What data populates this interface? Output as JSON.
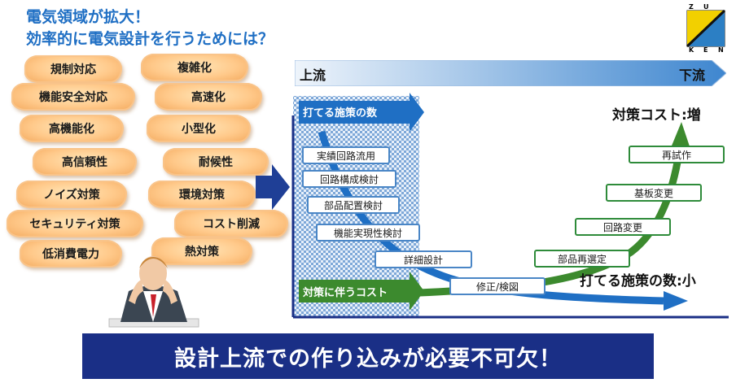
{
  "title": {
    "line1": "電気領域が拡大！",
    "line2": "効率的に電気設計を行うためには？"
  },
  "logo": {
    "letters": [
      "Z",
      "U",
      "K",
      "E",
      "N"
    ]
  },
  "clouds": [
    "規制対応",
    "複雑化",
    "機能安全対応",
    "高速化",
    "高機能化",
    "小型化",
    "高信頼性",
    "耐候性",
    "ノイズ対策",
    "環境対策",
    "セキュリティ対策",
    "コスト削減",
    "低消費電力",
    "熱対策"
  ],
  "flow_bar": {
    "left": "上流",
    "right": "下流"
  },
  "measures_arrow": "打てる施策の数",
  "cost_arrow": "対策に伴うコスト",
  "blue_steps": [
    "実績回路流用",
    "回路構成検討",
    "部品配置検討",
    "機能実現性検討",
    "詳細設計",
    "修正/検図"
  ],
  "green_steps": [
    "部品再選定",
    "回路変更",
    "基板変更",
    "再試作"
  ],
  "cost_label": "対策コスト:増",
  "measures_label": "打てる施策の数:小",
  "banner": "設計上流での作り込みが必要不可欠！",
  "colors": {
    "title": "#1f6fc4",
    "banner": "#1a2f86",
    "blue_arrow": "#1f6fc4",
    "green_arrow": "#3c8a2e"
  }
}
